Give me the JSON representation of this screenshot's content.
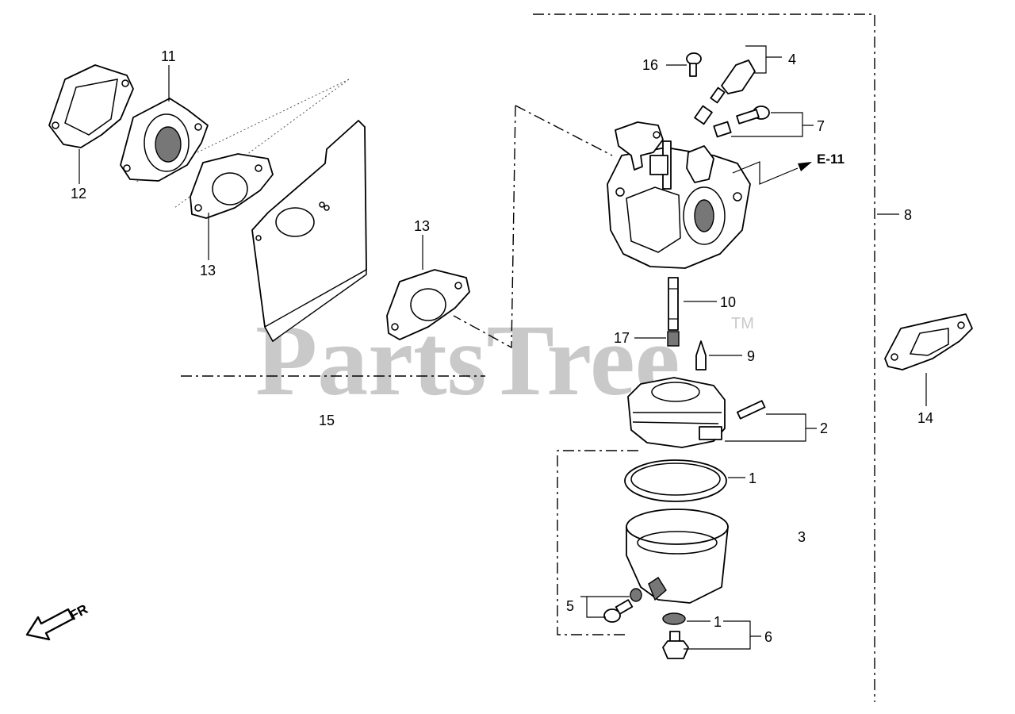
{
  "watermark": {
    "text": "PartsTree",
    "mark": "TM"
  },
  "direction": {
    "label": "FR",
    "icon": "front-direction-arrow-icon"
  },
  "reference": {
    "label": "E-11"
  },
  "callouts": [
    {
      "id": "1a",
      "label": "1"
    },
    {
      "id": "1b",
      "label": "1"
    },
    {
      "id": "2",
      "label": "2"
    },
    {
      "id": "3",
      "label": "3"
    },
    {
      "id": "4",
      "label": "4"
    },
    {
      "id": "5",
      "label": "5"
    },
    {
      "id": "6",
      "label": "6"
    },
    {
      "id": "7",
      "label": "7"
    },
    {
      "id": "8",
      "label": "8"
    },
    {
      "id": "9",
      "label": "9"
    },
    {
      "id": "10",
      "label": "10"
    },
    {
      "id": "11",
      "label": "11"
    },
    {
      "id": "12",
      "label": "12"
    },
    {
      "id": "13a",
      "label": "13"
    },
    {
      "id": "13b",
      "label": "13"
    },
    {
      "id": "14",
      "label": "14"
    },
    {
      "id": "15",
      "label": "15"
    },
    {
      "id": "16",
      "label": "16"
    },
    {
      "id": "17",
      "label": "17"
    }
  ]
}
